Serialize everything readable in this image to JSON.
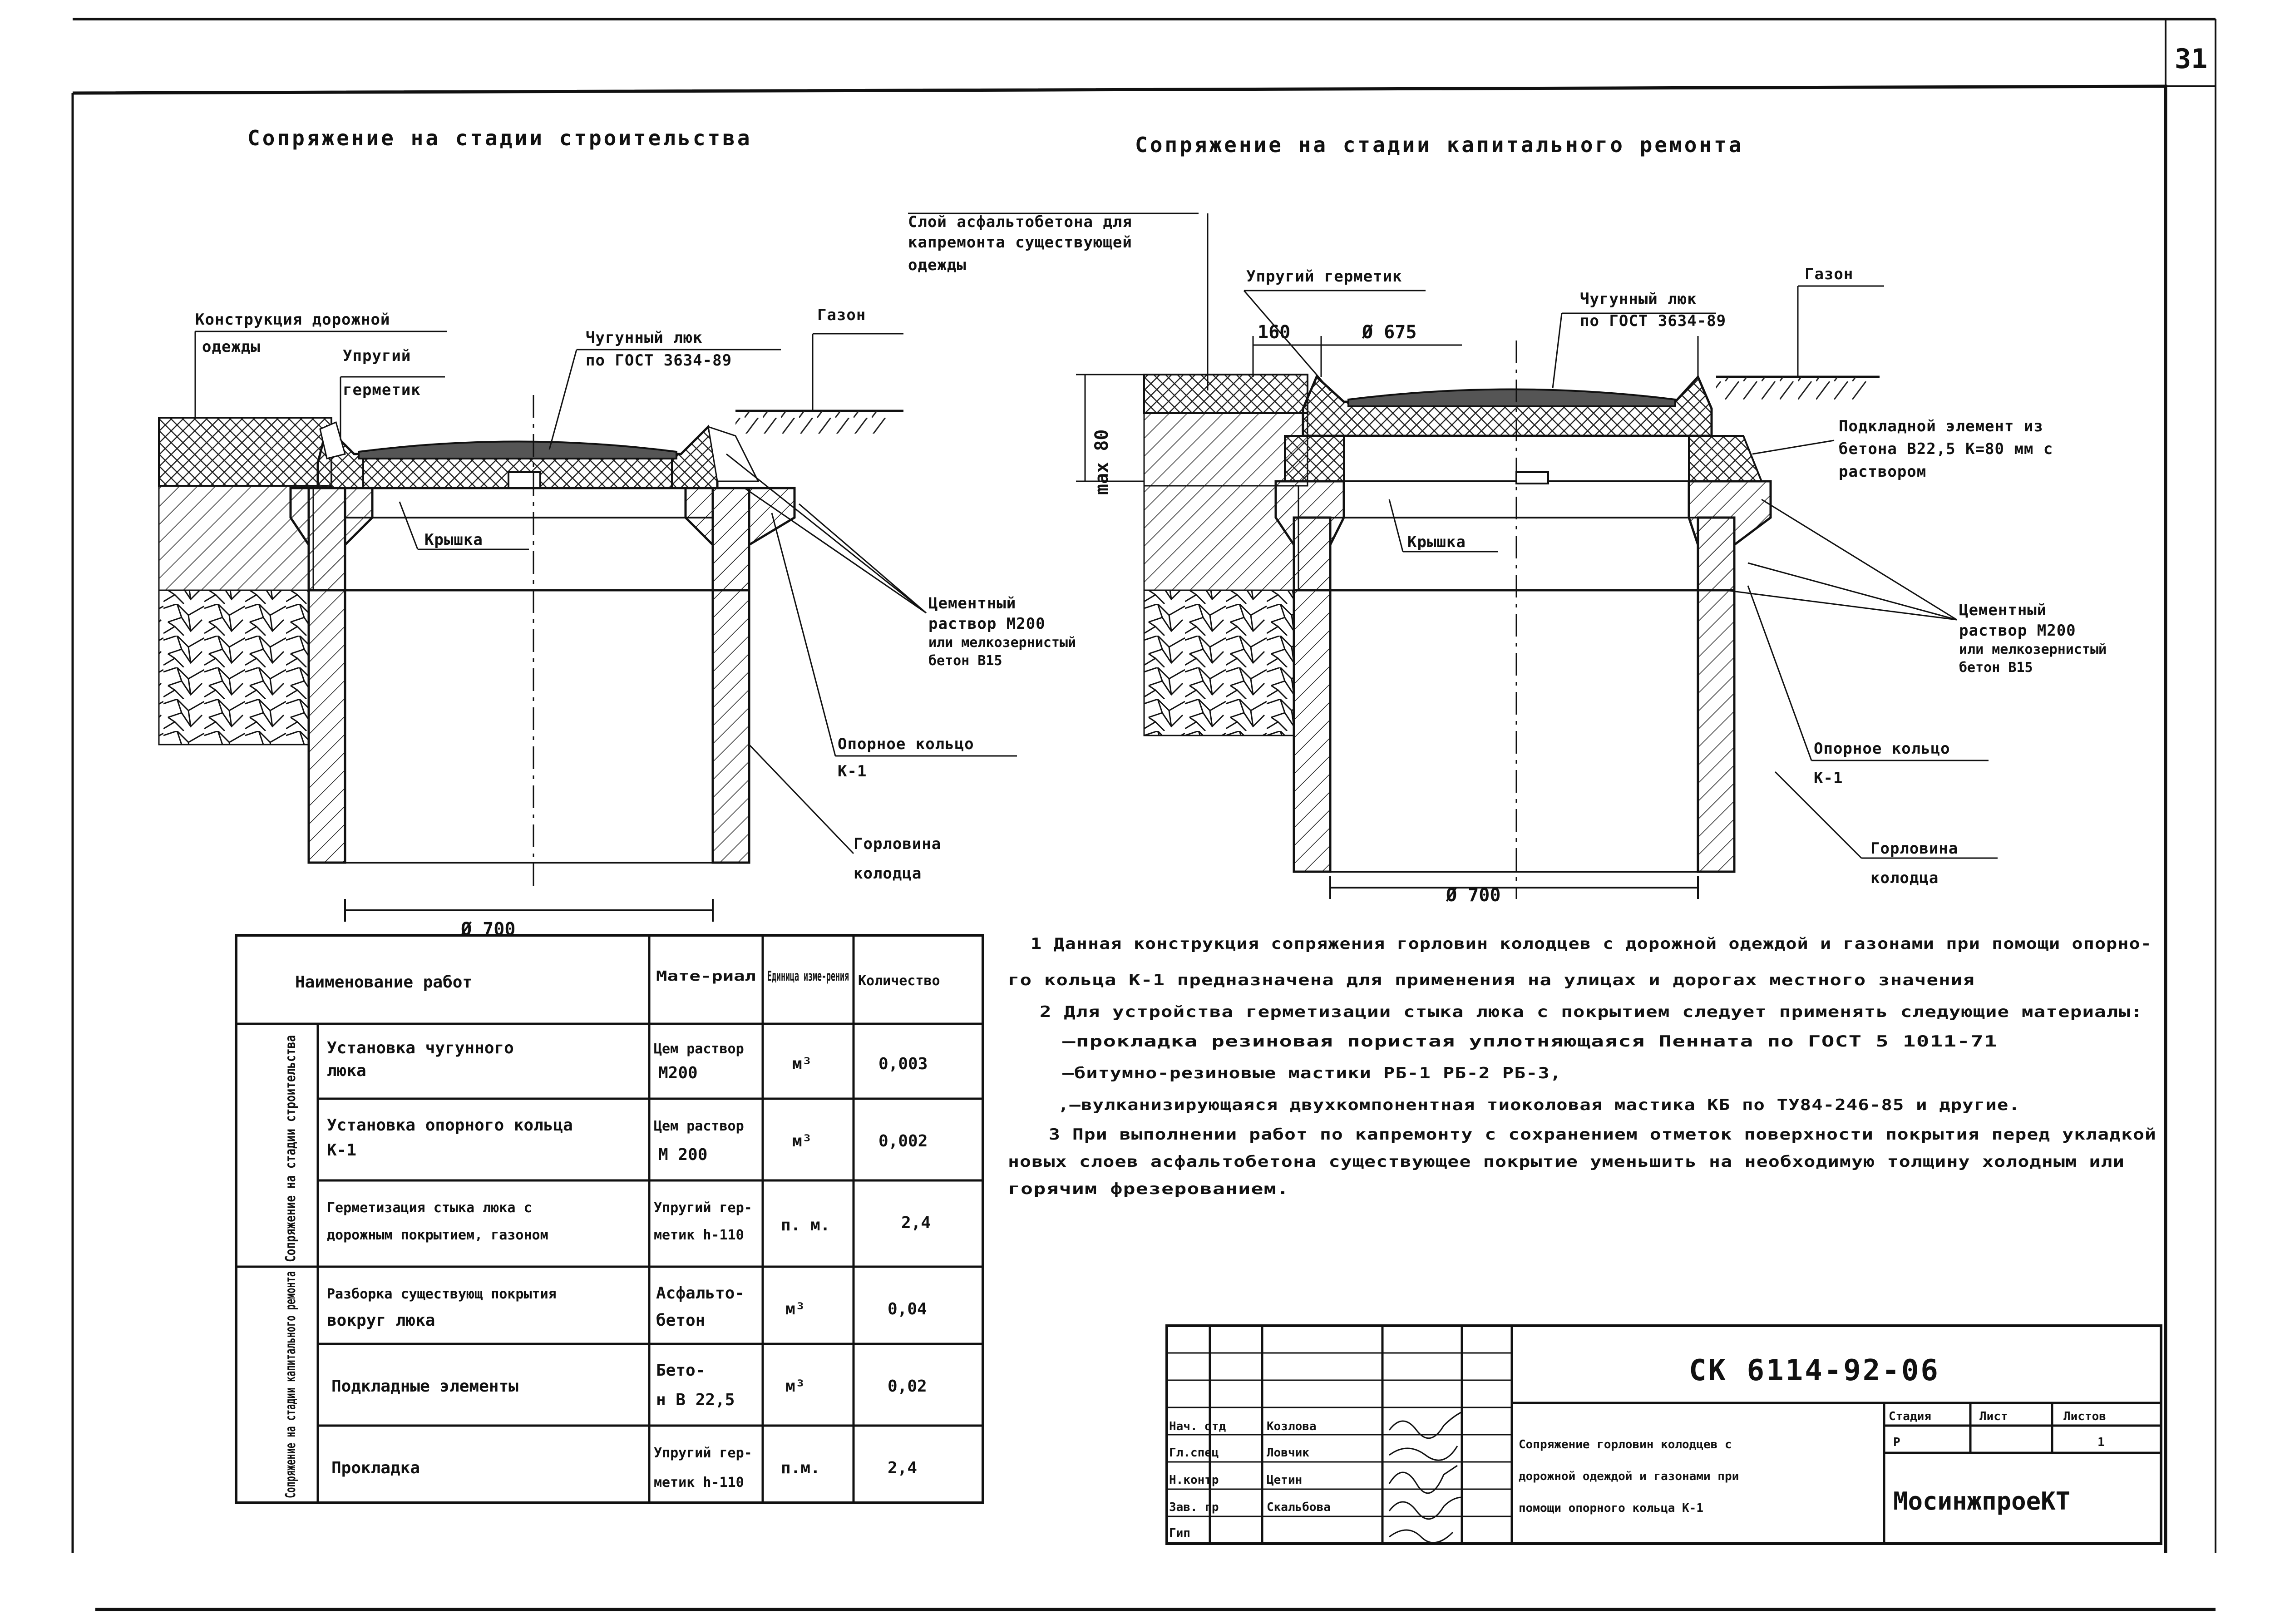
{
  "sheet": {
    "number": "31",
    "code": "СК 6114-92-06",
    "org": "МосинжпроеКТ"
  },
  "titles": {
    "left": "Сопряжение на стадии строительства",
    "right": "Сопряжение на стадии капитального ремонта"
  },
  "left_labels": {
    "road": [
      "Конструкция дорожной",
      "одежды"
    ],
    "sealant": [
      "Упругий",
      "герметик"
    ],
    "hatch": [
      "Чугунный люк",
      "по ГОСТ 3634-89"
    ],
    "lawn": "Газон",
    "cover": "Крышка",
    "mortar": [
      "Цементный",
      "раствор М200",
      "или мелкозернистый",
      "бетон В15"
    ],
    "ring": [
      "Опорное кольцо",
      "К-1"
    ],
    "neck": [
      "Горловина",
      "колодца"
    ],
    "diam": "Ø 700"
  },
  "right_labels": {
    "asphalt": [
      "Слой асфальтобетона для",
      "капремонта существующей",
      "одежды"
    ],
    "sealant": "Упругий герметик",
    "hatch": [
      "Чугунный люк",
      "по ГОСТ 3634-89"
    ],
    "lawn": "Газон",
    "dim160": "160",
    "dim675": "Ø 675",
    "max80": "max 80",
    "sub": [
      "Подкладной элемент из",
      "бетона В22,5 К=80 мм с",
      "раствором"
    ],
    "cover": "Крышка",
    "mortar": [
      "Цементный",
      "раствор М200",
      "или мелкозернистый",
      "бетон В15"
    ],
    "ring": [
      "Опорное кольцо",
      "К-1"
    ],
    "neck": [
      "Горловина",
      "колодца"
    ],
    "diam": "Ø 700"
  },
  "table": {
    "headers": [
      "Наименование работ",
      "Мате-риал",
      "Единица изме-рения",
      "Количество"
    ],
    "groups": [
      "Сопряжение на стадии строительства",
      "Сопряжение на стадии капитального ремонта"
    ],
    "rows": [
      {
        "work": [
          "Установка чугунного",
          "люка"
        ],
        "mat": [
          "Цем раствор",
          "М200"
        ],
        "unit": "м³",
        "qty": "0,003"
      },
      {
        "work": [
          "Установка опорного кольца",
          "К-1"
        ],
        "mat": [
          "Цем раствор",
          "М 200"
        ],
        "unit": "м³",
        "qty": "0,002"
      },
      {
        "work": [
          "Герметизация стыка люка с",
          "дорожным покрытием, газоном"
        ],
        "mat": [
          "Упругий гер-",
          "метик h-110"
        ],
        "unit": "п. м.",
        "qty": "2,4"
      },
      {
        "work": [
          "Разборка существующ покрытия",
          "вокруг люка"
        ],
        "mat": [
          "Асфальто-",
          "бетон"
        ],
        "unit": "м³",
        "qty": "0,04"
      },
      {
        "work": [
          "Подкладные элементы"
        ],
        "mat": [
          "Бето-",
          "н В 22,5"
        ],
        "unit": "м³",
        "qty": "0,02"
      },
      {
        "work": [
          "Прокладка"
        ],
        "mat": [
          "Упругий гер-",
          "метик h-110"
        ],
        "unit": "п.м.",
        "qty": "2,4"
      }
    ]
  },
  "notes": [
    "1 Данная конструкция сопряжения горловин колодцев с дорожной одеждой и газонами при помощи опорно-",
    "го кольца К-1 предназначена для применения на улицах и дорогах местного значения",
    "2 Для устройства герметизации стыка люка с покрытием следует применять следующие материалы:",
    "—прокладка резиновая пористая уплотняющаяся Пенната по ГОСТ 5 1011-71",
    "—битумно-резиновые мастики РБ-1 РБ-2 РБ-3,",
    ",—вулканизирующаяся двухкомпонентная тиоколовая мастика КБ по ТУ84-246-85 и другие.",
    "3 При выполнении работ по капремонту с сохранением отметок поверхности покрытия перед укладкой",
    "новых слоев асфальтобетона существующее покрытие уменьшить на необходимую толщину холодным или",
    "горячим фрезерованием."
  ],
  "stamp": {
    "people": [
      [
        "Нач. отд",
        "Козлова"
      ],
      [
        "Гл.спец",
        "Ловчик"
      ],
      [
        "Н.контр",
        "Цетин"
      ],
      [
        "Зав. гр",
        "Скальбова"
      ],
      [
        "Гип",
        ""
      ]
    ],
    "desc": [
      "Сопряжение горловин колодцев с",
      "дорожной одеждой и газонами при",
      "помощи опорного кольца К-1"
    ],
    "stage_h": "Стадия",
    "sheet_h": "Лист",
    "sheets_h": "Листов",
    "stage": "Р",
    "sheet": "",
    "sheets": "1"
  }
}
